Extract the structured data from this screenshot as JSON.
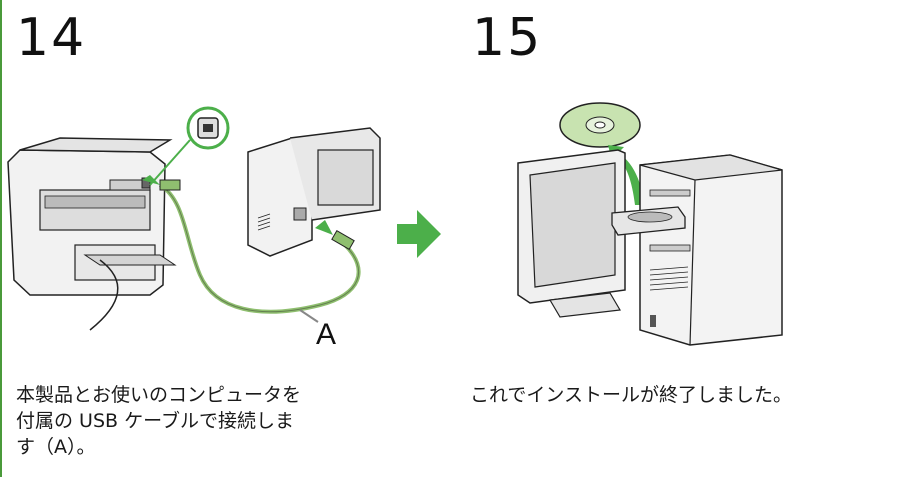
{
  "steps": [
    {
      "number": "14",
      "caption_lines": [
        "本製品とお使いのコンピュータを",
        "付属の USB ケーブルで接続しま",
        "す（A）。"
      ],
      "callout_label": "A"
    },
    {
      "number": "15",
      "caption_lines": [
        "これでインストールが終了しました。"
      ]
    }
  ],
  "colors": {
    "accent_green": "#4caf4a",
    "cable_green": "#8fbf6f",
    "rule_green": "#4a9a3a"
  },
  "icons": [
    "printer-icon",
    "computer-tower-icon",
    "usb-port-icon",
    "usb-cable-icon",
    "arrow-right-icon",
    "cd-disc-icon",
    "monitor-icon"
  ]
}
